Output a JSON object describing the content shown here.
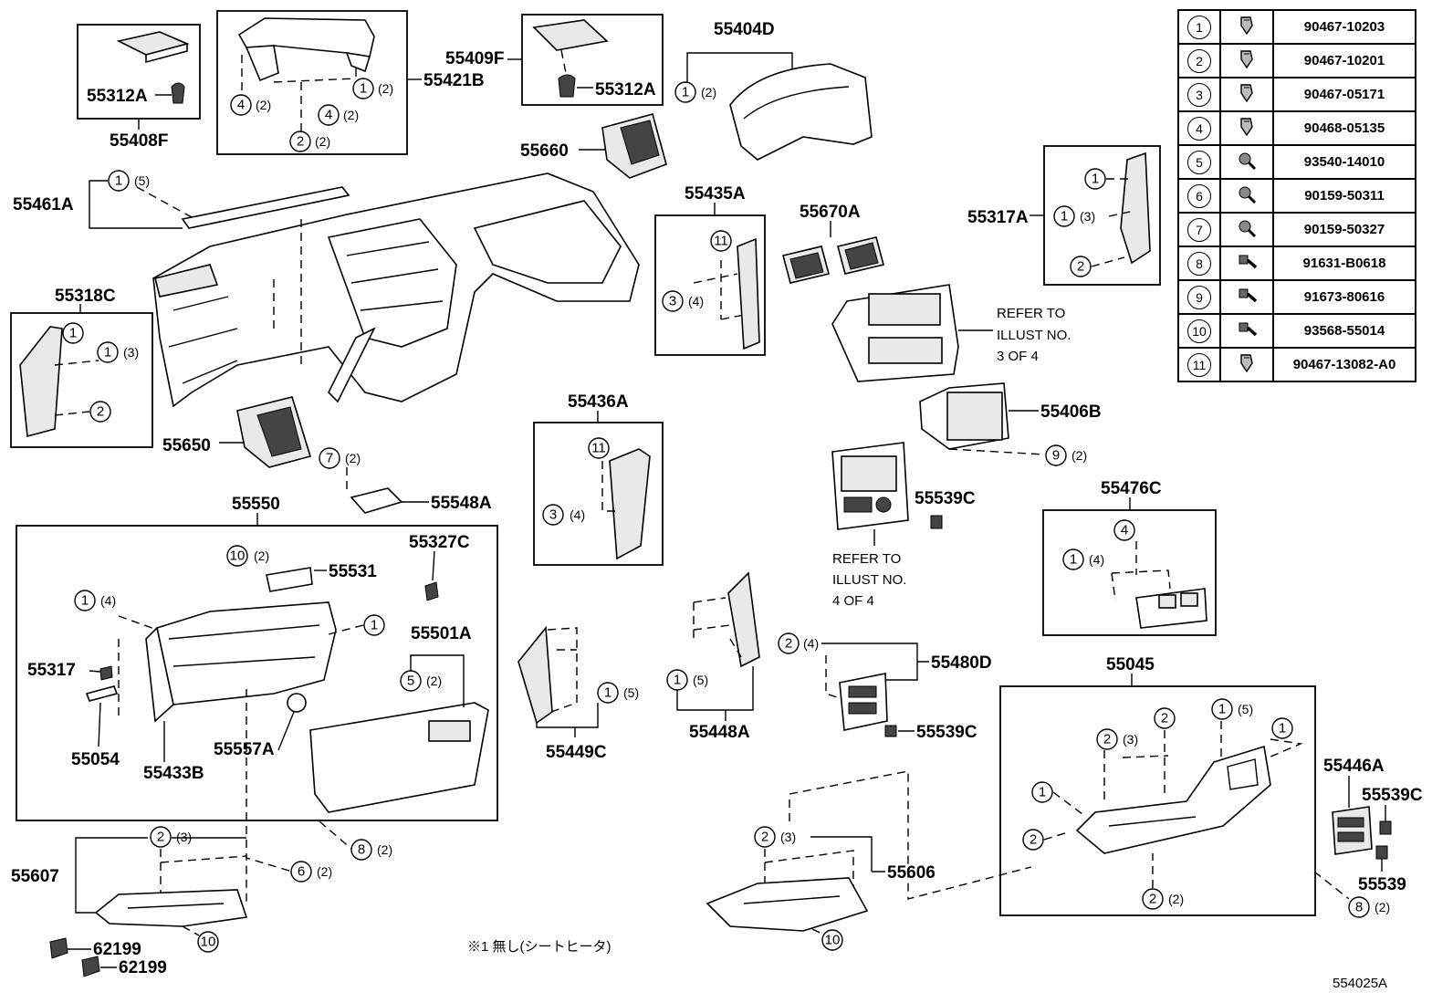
{
  "legend": [
    {
      "no": "1",
      "icon": "clip-icon",
      "part": "90467-10203"
    },
    {
      "no": "2",
      "icon": "clip-icon",
      "part": "90467-10201"
    },
    {
      "no": "3",
      "icon": "clip-icon",
      "part": "90467-05171"
    },
    {
      "no": "4",
      "icon": "clip-icon",
      "part": "90468-05135"
    },
    {
      "no": "5",
      "icon": "screw-icon",
      "part": "93540-14010"
    },
    {
      "no": "6",
      "icon": "screw-icon",
      "part": "90159-50311"
    },
    {
      "no": "7",
      "icon": "screw-icon",
      "part": "90159-50327"
    },
    {
      "no": "8",
      "icon": "bolt-icon",
      "part": "91631-B0618"
    },
    {
      "no": "9",
      "icon": "bolt-icon",
      "part": "91673-80616"
    },
    {
      "no": "10",
      "icon": "bolt-icon",
      "part": "93568-55014"
    },
    {
      "no": "11",
      "icon": "clip-icon",
      "part": "90467-13082-A0"
    }
  ],
  "parts": {
    "p55408F": "55408F",
    "p55312A_1": "55312A",
    "p55421B": "55421B",
    "p55409F": "55409F",
    "p55312A_2": "55312A",
    "p55404D": "55404D",
    "p55660": "55660",
    "p55461A": "55461A",
    "p55435A": "55435A",
    "p55670A": "55670A",
    "p55317A": "55317A",
    "p55318C": "55318C",
    "p55650": "55650",
    "p55436A": "55436A",
    "p55406B": "55406B",
    "p55548A": "55548A",
    "p55550": "55550",
    "p55327C": "55327C",
    "p55531": "55531",
    "p55539C_1": "55539C",
    "p55476C": "55476C",
    "p55501A": "55501A",
    "p55317": "55317",
    "p55054": "55054",
    "p55433B": "55433B",
    "p55557A": "55557A",
    "p55449C": "55449C",
    "p55448A": "55448A",
    "p55480D": "55480D",
    "p55539C_2": "55539C",
    "p55045": "55045",
    "p55446A": "55446A",
    "p55539C_3": "55539C",
    "p55539": "55539",
    "p55607": "55607",
    "p55606": "55606",
    "p62199_1": "62199",
    "p62199_2": "62199"
  },
  "callouts": {
    "c_55408F_qty": "",
    "c_55421B_1": "(2)",
    "c_55421B_2": "(2)",
    "c_55421B_3": "(2)",
    "c_55421B_4": "(2)",
    "c_55404D": "(2)",
    "c_55461A": "(5)",
    "c_55435A_1": "(4)",
    "c_55317A_1": "(3)",
    "c_55318C_1": "(3)",
    "c_55548A": "(2)",
    "c_55406B": "(2)",
    "c_55436A": "(4)",
    "c_55531": "(2)",
    "c_55550_1": "(4)",
    "c_55476C": "(4)",
    "c_55501A": "(2)",
    "c_55449C": "(5)",
    "c_55448A": "(5)",
    "c_55480D": "(4)",
    "c_55045_1": "(3)",
    "c_55045_2": "(5)",
    "c_55045_3": "(2)",
    "c_55045_8": "(2)",
    "c_55607": "(3)",
    "c_55606": "(3)",
    "c_6": "(2)",
    "c_8": "(2)"
  },
  "refer_1": [
    "REFER TO",
    "ILLUST NO.",
    "3 OF 4"
  ],
  "refer_2": [
    "REFER TO",
    "ILLUST NO.",
    "4 OF 4"
  ],
  "footnote": "※1 無し(シートヒータ)",
  "diagram_id": "554025A"
}
